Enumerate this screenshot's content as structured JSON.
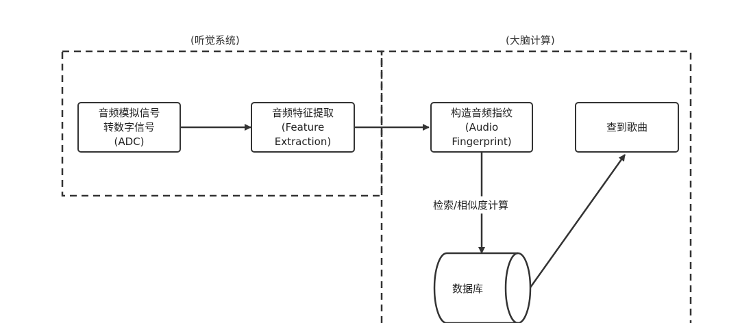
{
  "groups": {
    "auditory": {
      "label": "(听觉系统)"
    },
    "brain": {
      "label": "(大脑计算)"
    }
  },
  "nodes": {
    "adc": {
      "lines": [
        "音频模拟信号",
        "转数字信号",
        "(ADC)"
      ]
    },
    "feature": {
      "lines": [
        "音频特征提取",
        "(Feature",
        "Extraction)"
      ]
    },
    "fingerprint": {
      "lines": [
        "构造音频指纹",
        "(Audio",
        "Fingerprint)"
      ]
    },
    "song": {
      "lines": [
        "查到歌曲"
      ]
    },
    "database": {
      "label": "数据库"
    }
  },
  "edges": {
    "search_label": "检索/相似度计算"
  },
  "colors": {
    "stroke": "#333333",
    "background": "#ffffff"
  }
}
